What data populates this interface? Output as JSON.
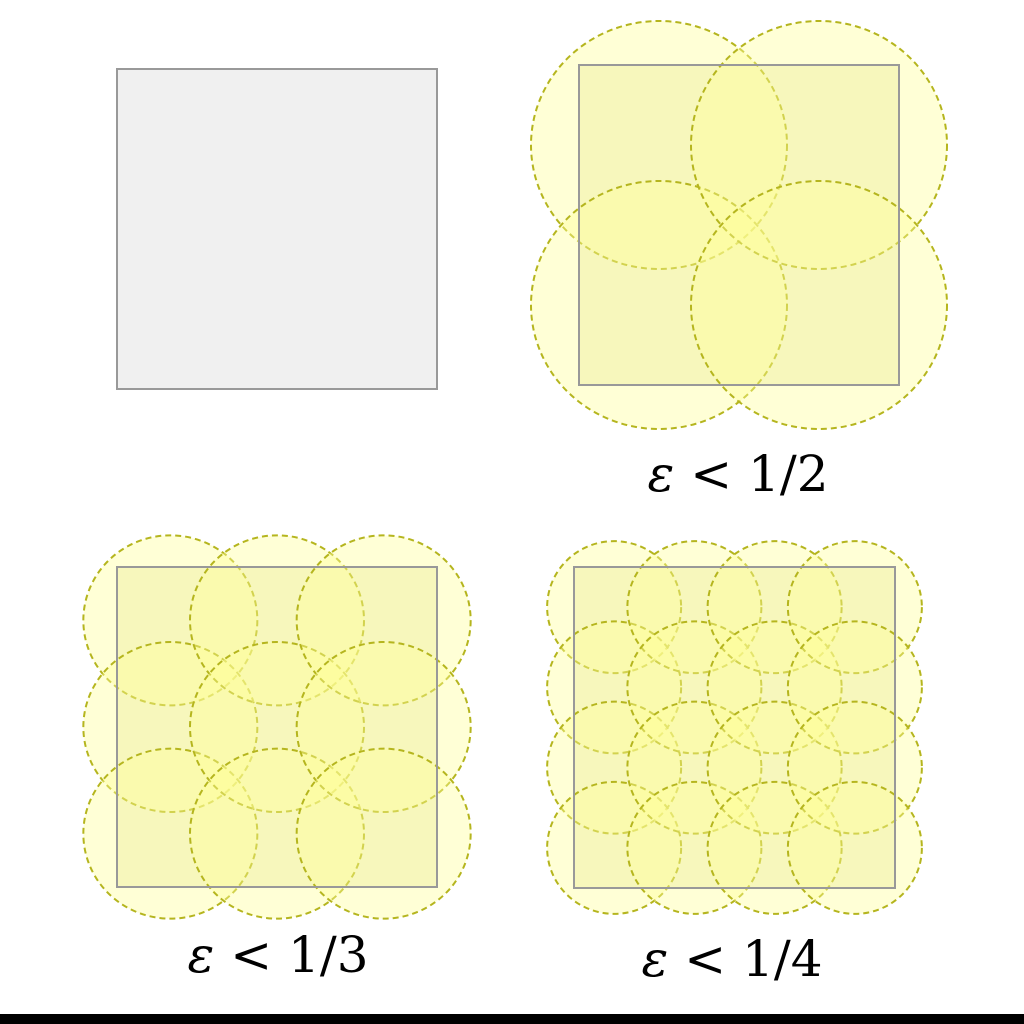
{
  "colors": {
    "square_fill": "#f0f0f0",
    "square_stroke": "#999999",
    "covered_square_fill": "#f2f2d4",
    "ball_fill": "#ffff99",
    "ball_stroke": "#b5b51e",
    "caption_color": "#000000",
    "bottom_bar": "#000000"
  },
  "panels": [
    {
      "name": "unit-square",
      "caption": null,
      "grid_n": 0,
      "epsilon_fraction": null
    },
    {
      "name": "cover-half",
      "caption": {
        "symbol": "ε",
        "relation": "<",
        "bound": "1/2"
      },
      "grid_n": 2,
      "epsilon_fraction": 0.5
    },
    {
      "name": "cover-third",
      "caption": {
        "symbol": "ε",
        "relation": "<",
        "bound": "1/3"
      },
      "grid_n": 3,
      "epsilon_fraction": 0.3333
    },
    {
      "name": "cover-quarter",
      "caption": {
        "symbol": "ε",
        "relation": "<",
        "bound": "1/4"
      },
      "grid_n": 4,
      "epsilon_fraction": 0.25
    }
  ]
}
